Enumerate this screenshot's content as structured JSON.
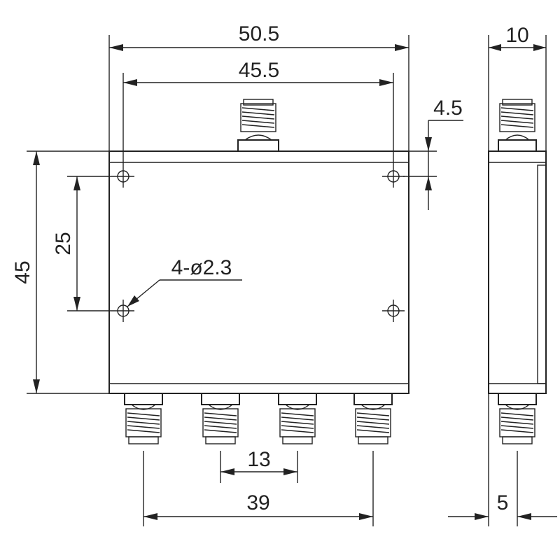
{
  "dimensions": {
    "overall_width": "50.5",
    "hole_spacing_horizontal": "45.5",
    "mount_offset": "4.5",
    "overall_height": "45",
    "hole_spacing_vertical": "25",
    "hole_callout": "4-ø2.3",
    "port_pitch": "13",
    "outer_port_spacing": "39",
    "depth": "10",
    "connector_offset": "5"
  },
  "colors": {
    "line": "#222222",
    "background": "#ffffff"
  }
}
